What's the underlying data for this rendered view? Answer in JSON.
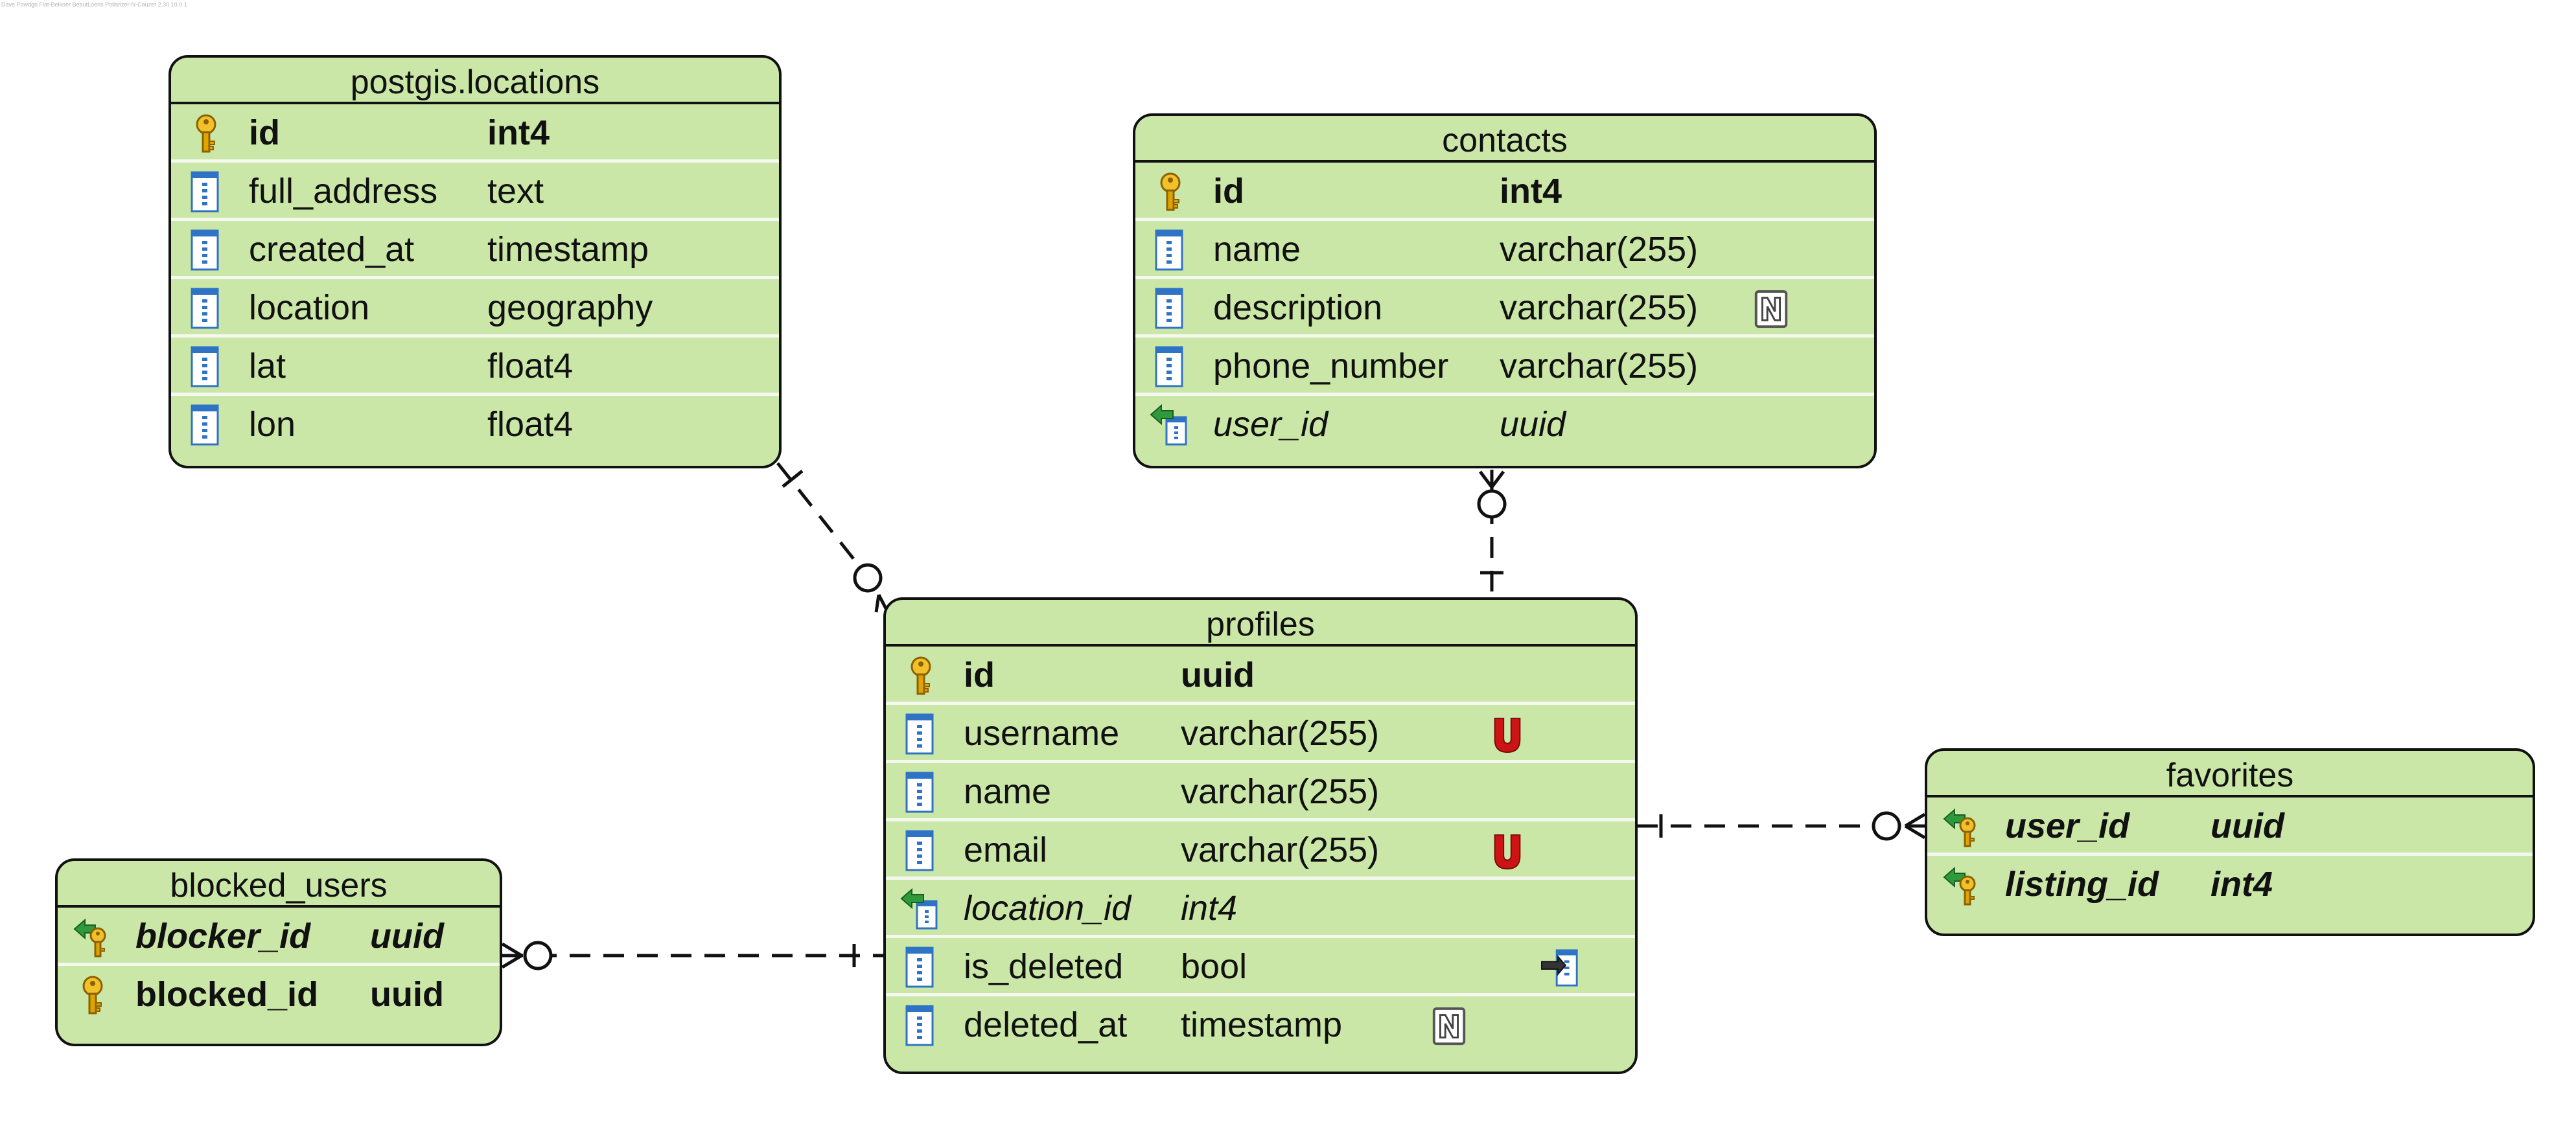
{
  "watermark": "Dave Powdgo Flat-Belkner BeautLoens Pollarizer-N-Cauzer 2.30 10.0.1",
  "entities": {
    "locations": {
      "title": "postgis.locations",
      "rows": [
        {
          "name": "id",
          "type": "int4",
          "key": "primary-key"
        },
        {
          "name": "full_address",
          "type": "text",
          "key": "column"
        },
        {
          "name": "created_at",
          "type": "timestamp",
          "key": "column"
        },
        {
          "name": "location",
          "type": "geography",
          "key": "column"
        },
        {
          "name": "lat",
          "type": "float4",
          "key": "column"
        },
        {
          "name": "lon",
          "type": "float4",
          "key": "column"
        }
      ]
    },
    "contacts": {
      "title": "contacts",
      "rows": [
        {
          "name": "id",
          "type": "int4",
          "key": "primary-key"
        },
        {
          "name": "name",
          "type": "varchar(255)",
          "key": "column"
        },
        {
          "name": "description",
          "type": "varchar(255)",
          "key": "column",
          "flag": "N"
        },
        {
          "name": "phone_number",
          "type": "varchar(255)",
          "key": "column"
        },
        {
          "name": "user_id",
          "type": "uuid",
          "key": "foreign-key"
        }
      ]
    },
    "profiles": {
      "title": "profiles",
      "rows": [
        {
          "name": "id",
          "type": "uuid",
          "key": "primary-key"
        },
        {
          "name": "username",
          "type": "varchar(255)",
          "key": "column",
          "flag": "U"
        },
        {
          "name": "name",
          "type": "varchar(255)",
          "key": "column"
        },
        {
          "name": "email",
          "type": "varchar(255)",
          "key": "column",
          "flag": "U"
        },
        {
          "name": "location_id",
          "type": "int4",
          "key": "foreign-key"
        },
        {
          "name": "is_deleted",
          "type": "bool",
          "key": "column",
          "flag": "default"
        },
        {
          "name": "deleted_at",
          "type": "timestamp",
          "key": "column",
          "flag": "N"
        }
      ]
    },
    "blocked_users": {
      "title": "blocked_users",
      "rows": [
        {
          "name": "blocker_id",
          "type": "uuid",
          "key": "primary-foreign-key"
        },
        {
          "name": "blocked_id",
          "type": "uuid",
          "key": "primary-key"
        }
      ]
    },
    "favorites": {
      "title": "favorites",
      "rows": [
        {
          "name": "user_id",
          "type": "uuid",
          "key": "primary-foreign-key"
        },
        {
          "name": "listing_id",
          "type": "int4",
          "key": "primary-foreign-key"
        }
      ]
    }
  },
  "relationships": [
    {
      "from": "postgis.locations",
      "to": "profiles",
      "one_side": "postgis.locations",
      "many_side": "profiles",
      "cardinality": "one-to-zero-or-many"
    },
    {
      "from": "profiles",
      "to": "contacts",
      "one_side": "profiles",
      "many_side": "contacts",
      "cardinality": "one-to-zero-or-many"
    },
    {
      "from": "profiles",
      "to": "blocked_users",
      "one_side": "profiles",
      "many_side": "blocked_users",
      "cardinality": "one-to-zero-or-many"
    },
    {
      "from": "profiles",
      "to": "favorites",
      "one_side": "profiles",
      "many_side": "favorites",
      "cardinality": "one-to-zero-or-many"
    }
  ],
  "colors": {
    "entity_fill": "#cbe7a8",
    "border": "#111111",
    "unique_flag": "#cc1414",
    "key_gold": "#e0a400",
    "fk_arrow": "#2e9a3c",
    "column_icon": "#2f73c5"
  }
}
